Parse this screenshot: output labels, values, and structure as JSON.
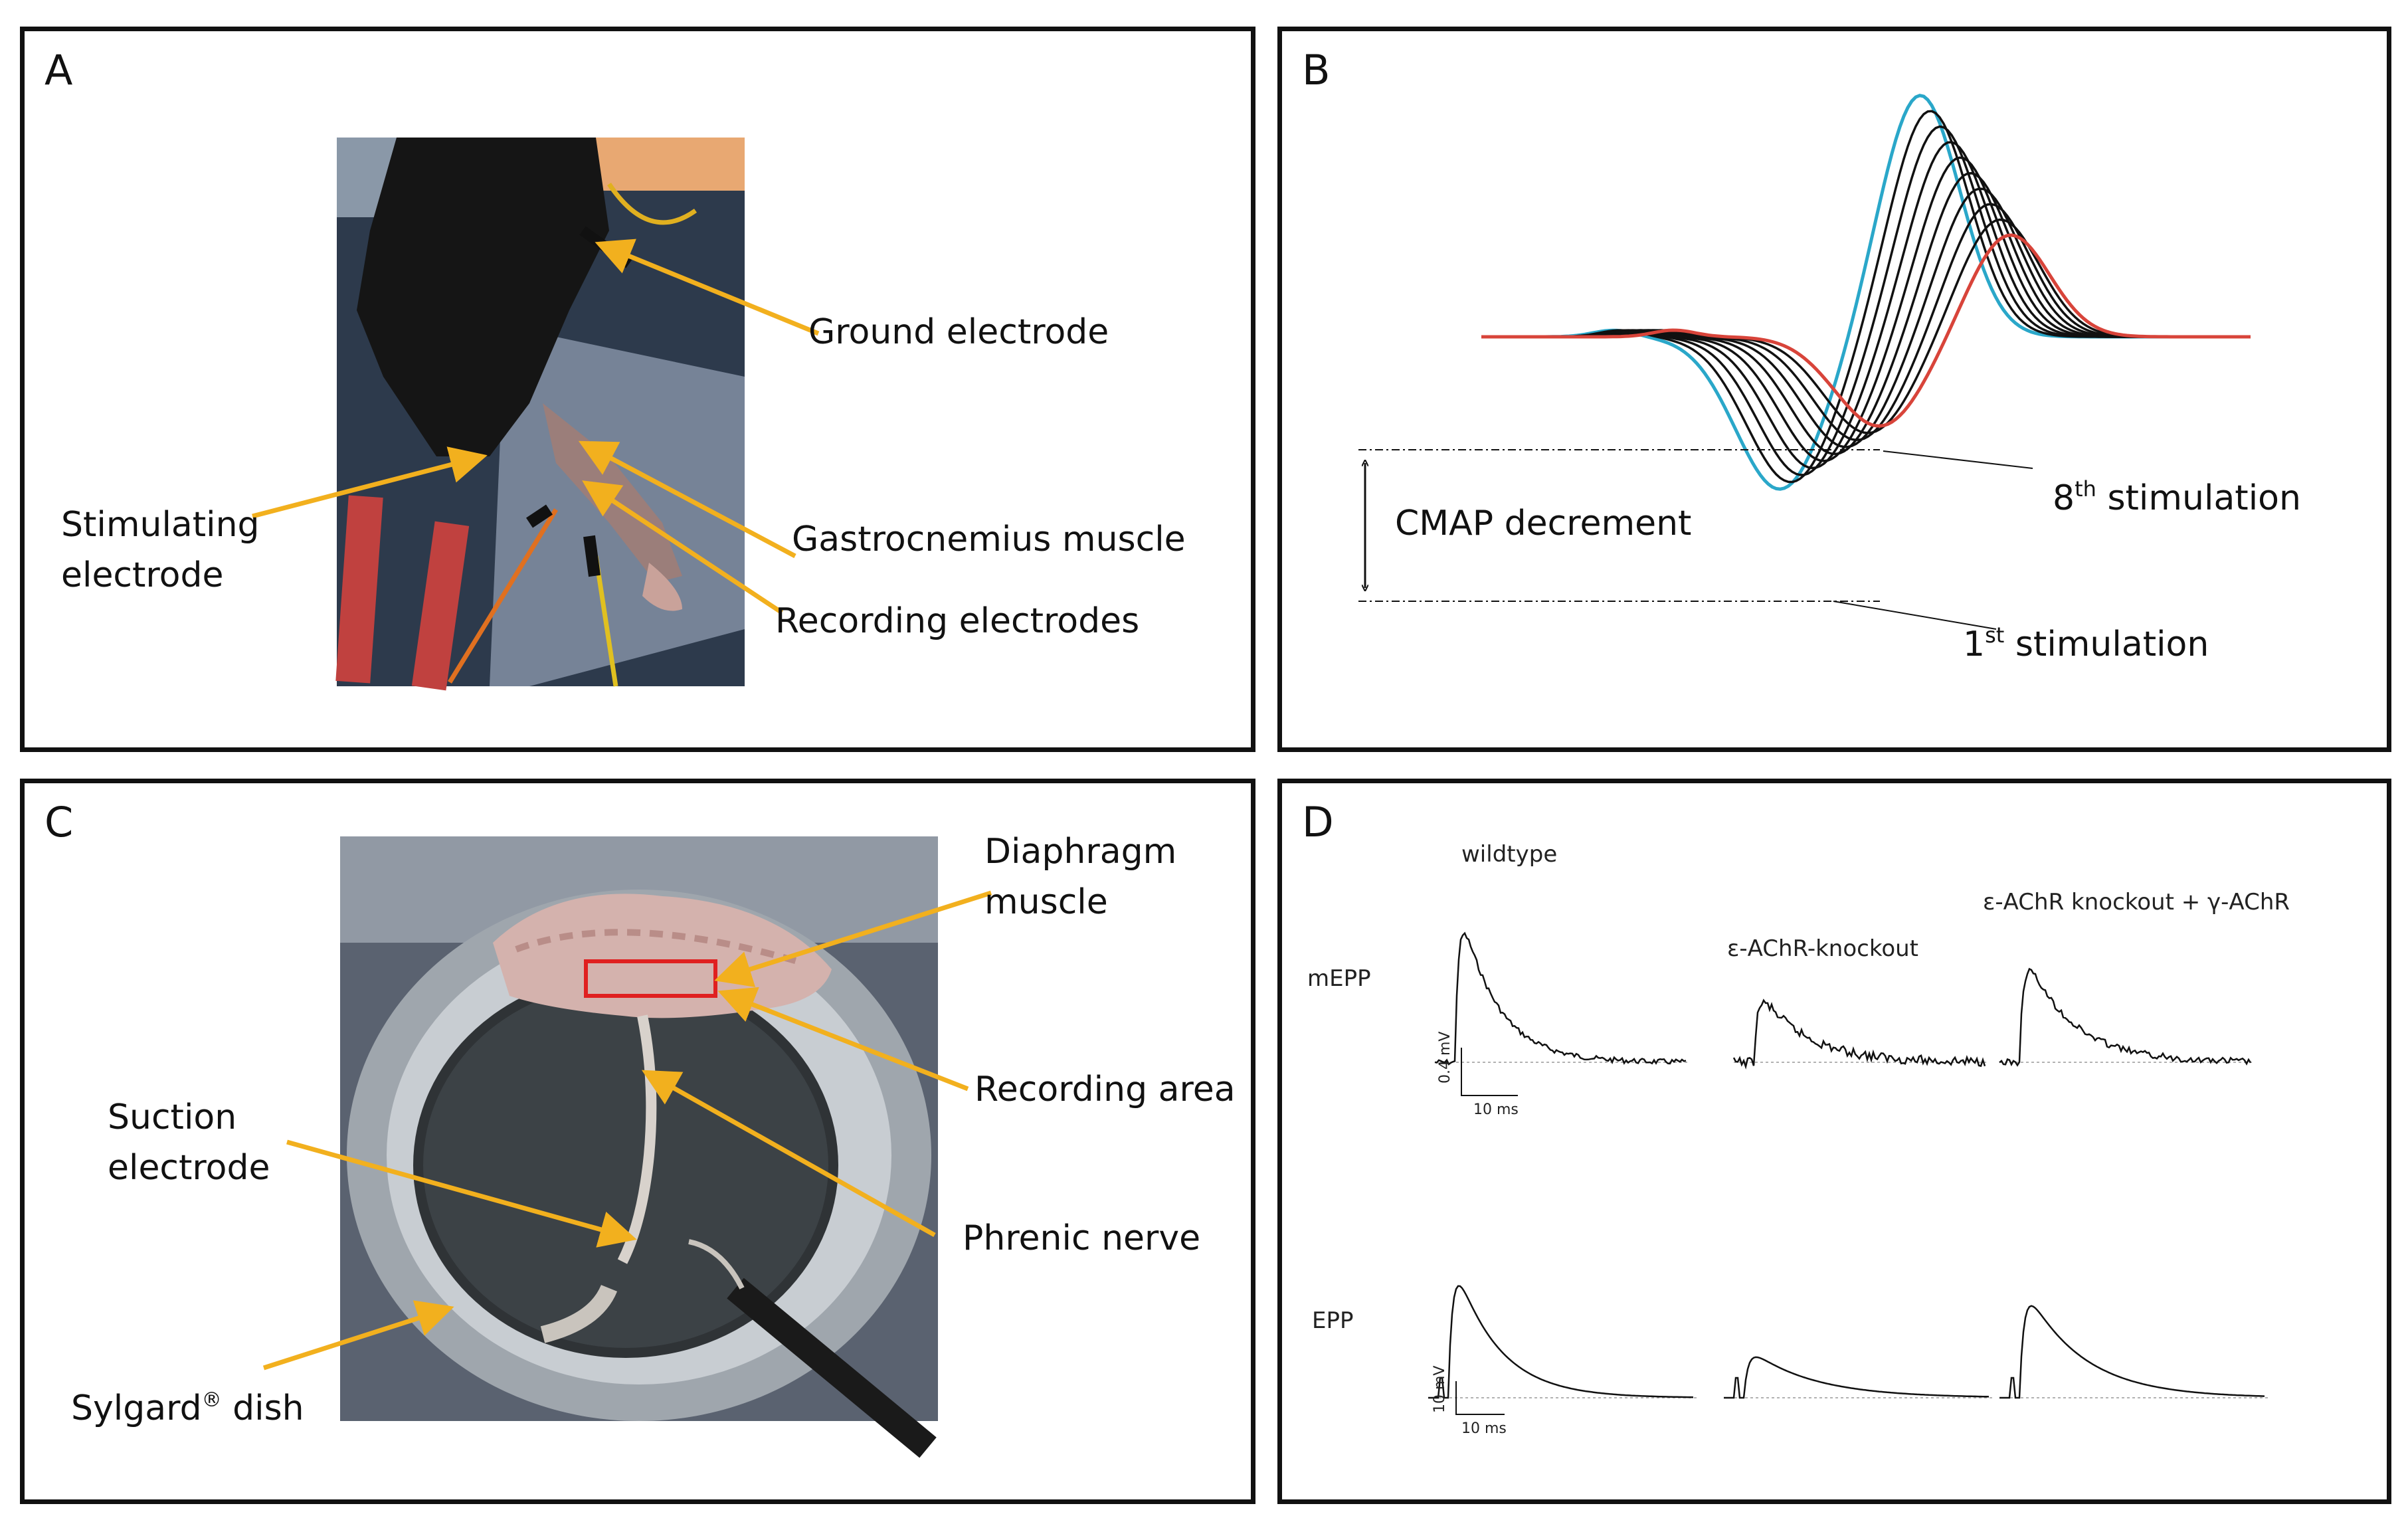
{
  "panelA": {
    "letter": "A",
    "labels": {
      "ground": "Ground electrode",
      "stim1": "Stimulating",
      "stim2": "electrode",
      "gastro": "Gastrocnemius muscle",
      "recording": "Recording electrodes"
    }
  },
  "panelB": {
    "letter": "B",
    "labels": {
      "decrement": "CMAP decrement",
      "eighth_num": "8",
      "eighth_sup": "th",
      "eighth_rest": " stimulation",
      "first_num": "1",
      "first_sup": "st",
      "first_rest": " stimulation"
    },
    "colors": {
      "first": "#2aa7c9",
      "last": "#d8443a",
      "middle": "#111111"
    }
  },
  "panelC": {
    "letter": "C",
    "labels": {
      "diaphragm1": "Diaphragm",
      "diaphragm2": "muscle",
      "recording_area": "Recording area",
      "suction1": "Suction",
      "suction2": "electrode",
      "phrenic": "Phrenic nerve",
      "dish_name": "Sylgard",
      "dish_mark": "®",
      "dish_word": " dish"
    },
    "colors": {
      "arrow": "#f2b01e",
      "box": "#e02020"
    }
  },
  "panelD": {
    "letter": "D",
    "labels": {
      "mepp": "mEPP",
      "epp": "EPP",
      "wildtype": "wildtype",
      "knockout": "ε-AChR-knockout",
      "rescue": "ε-AChR knockout + γ-AChR",
      "mepp_scale_v": "0.4 mV",
      "mepp_scale_t": "10 ms",
      "epp_scale_v": "10 mV",
      "epp_scale_t": "10 ms"
    }
  }
}
